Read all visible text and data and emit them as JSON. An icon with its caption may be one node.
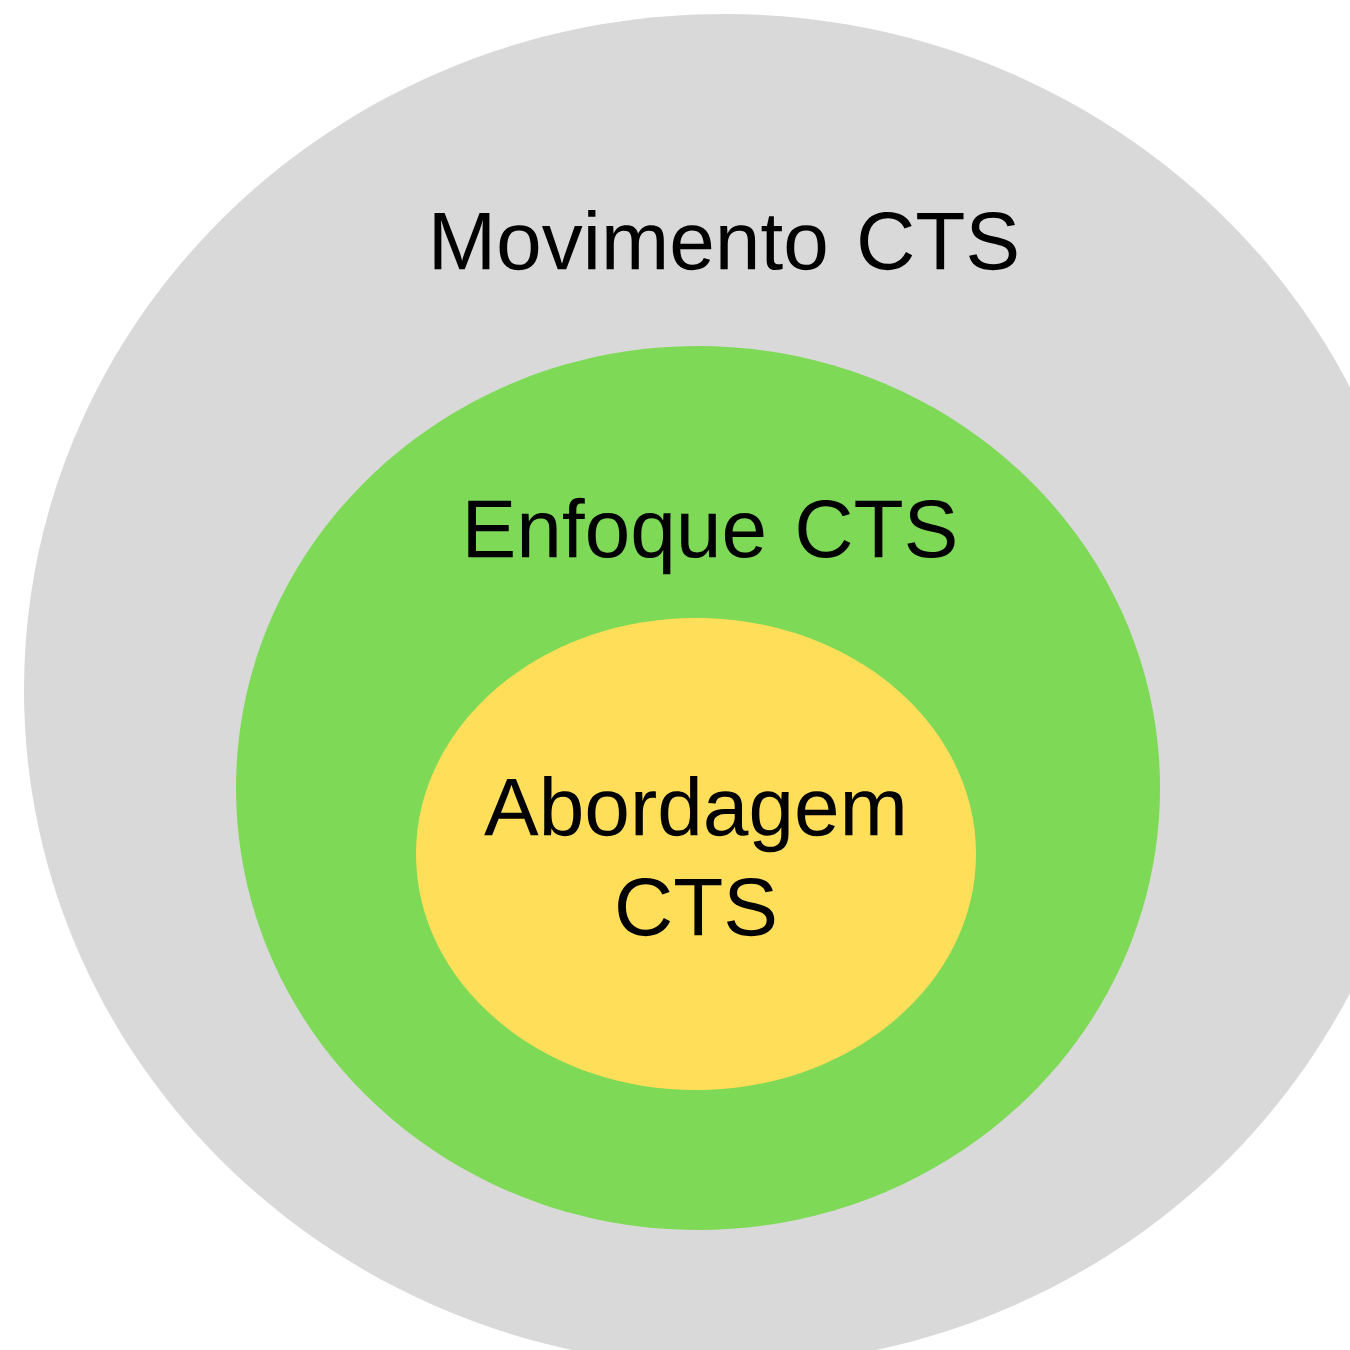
{
  "diagram": {
    "nodes": [
      {
        "text": [
          "Movimento CTS"
        ]
      },
      {
        "text": [
          "Enfoque CTS"
        ],
        "in": 0
      },
      {
        "text": [
          "Abordagem CTS"
        ],
        "in": 1
      }
    ]
  }
}
